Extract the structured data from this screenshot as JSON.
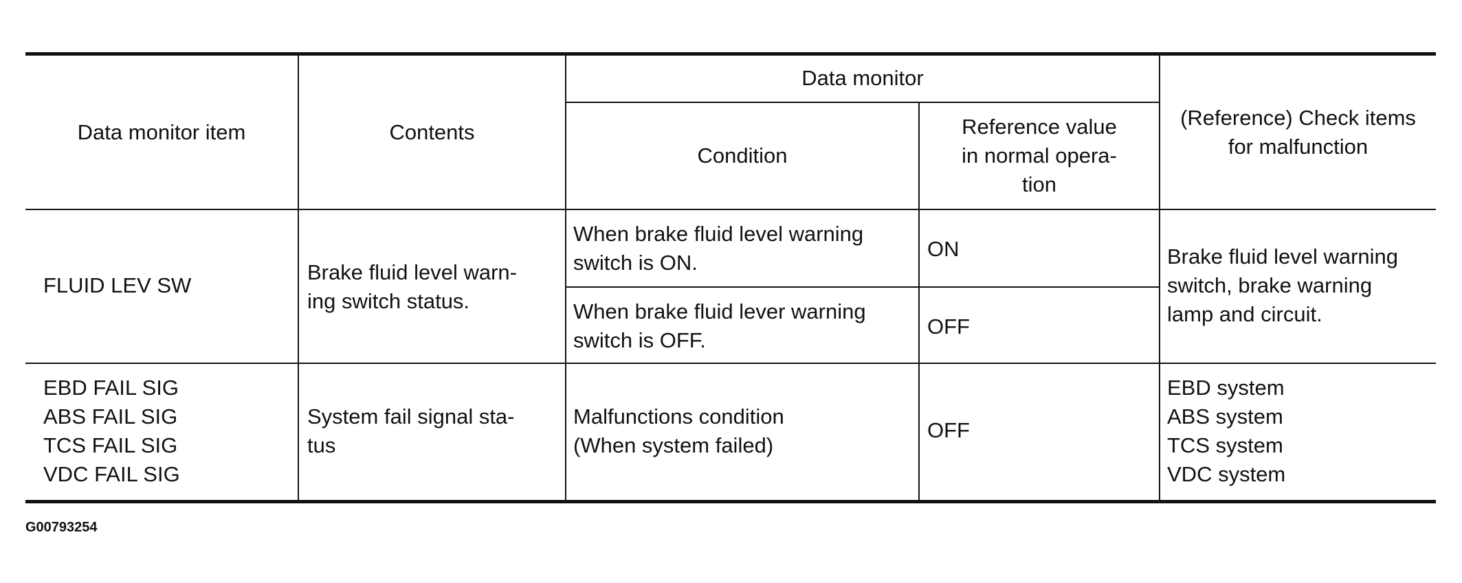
{
  "table": {
    "headers": {
      "item": "Data monitor item",
      "contents": "Contents",
      "data_monitor": "Data monitor",
      "condition": "Condition",
      "reference_value": "Reference value\nin normal opera-\ntion",
      "check_items": "(Reference) Check items\nfor malfunction"
    },
    "rows": [
      {
        "item": "FLUID LEV SW",
        "contents": "Brake fluid level warn-\ning switch status.",
        "conditions": [
          {
            "condition": "When brake fluid level warning\nswitch is ON.",
            "value": "ON"
          },
          {
            "condition": "When brake fluid lever warning\nswitch is OFF.",
            "value": "OFF"
          }
        ],
        "check": "Brake fluid level warning\nswitch, brake warning\nlamp and circuit."
      },
      {
        "item": "EBD FAIL SIG\nABS FAIL SIG\nTCS FAIL SIG\nVDC FAIL SIG",
        "contents": "System fail signal sta-\ntus",
        "conditions": [
          {
            "condition": "Malfunctions condition\n(When system failed)",
            "value": "OFF"
          }
        ],
        "check": "EBD system\nABS system\nTCS system\nVDC system"
      }
    ]
  },
  "figure_code": "G00793254"
}
